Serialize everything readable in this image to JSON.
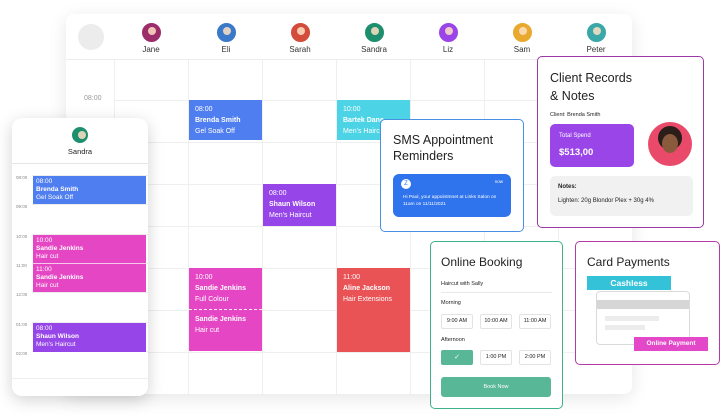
{
  "calendar": {
    "staff": [
      {
        "name": "Jane",
        "avatar_color": "#9b2d6b"
      },
      {
        "name": "Eli",
        "avatar_color": "#3a78c9"
      },
      {
        "name": "Sarah",
        "avatar_color": "#d24b3b"
      },
      {
        "name": "Sandra",
        "avatar_color": "#1e8f6e"
      },
      {
        "name": "Liz",
        "avatar_color": "#9a45e8"
      },
      {
        "name": "Sam",
        "avatar_color": "#e8a92e"
      },
      {
        "name": "Peter",
        "avatar_color": "#3aa7a9"
      }
    ],
    "time_label": "08:00",
    "appointments": [
      {
        "time": "08:00",
        "client": "Brenda Smith",
        "service": "Gel Soak Off",
        "color": "#4f7ef0"
      },
      {
        "time": "10:00",
        "client": "Bartek Dane",
        "service": "Men's Haircut",
        "color": "#4cd4e6"
      },
      {
        "time": "08:00",
        "client": "Shaun Wilson",
        "service": "Men's Haircut",
        "color": "#9646e8"
      },
      {
        "time": "10:00",
        "client": "Sandie Jenkins",
        "service": "Full Colour",
        "color": "#e547c4"
      },
      {
        "time": "",
        "client": "Sandie Jenkins",
        "service": "Hair cut",
        "color": "#e547c4"
      },
      {
        "time": "11:00",
        "client": "Aline Jackson",
        "service": "Hair Extensions",
        "color": "#ea5356"
      }
    ]
  },
  "phone": {
    "staff_name": "Sandra",
    "avatar_color": "#1e8f6e",
    "times": [
      "08:00",
      "09:00",
      "10:00",
      "11:00",
      "12:00",
      "01:00",
      "02:00"
    ],
    "appointments": [
      {
        "time": "08:00",
        "client": "Brenda Smith",
        "service": "Gel Soak Off",
        "color": "#4f7ef0"
      },
      {
        "time": "10:00",
        "client": "Sandie Jenkins",
        "service": "Hair cut",
        "color": "#e547c4"
      },
      {
        "time": "11:00",
        "client": "Sandie Jenkins",
        "service": "Hair cut",
        "color": "#e547c4"
      },
      {
        "time": "08:00",
        "client": "Shaun Wilson",
        "service": "Men's Haircut",
        "color": "#9646e8"
      }
    ]
  },
  "sms": {
    "title_line1": "SMS Appointment",
    "title_line2": "Reminders",
    "icon_letter": "Z",
    "now": "now",
    "message": "Hi Paul, your appointmnet at Links Salon on 11am on 11/11/2021"
  },
  "records": {
    "title_line1": "Client Records",
    "title_line2": "& Notes",
    "client_label": "Client: Brenda Smith",
    "spend_label": "Total Spend",
    "spend_value": "$513,00",
    "notes_title": "Notes:",
    "notes_value": "Lighten: 20g Blondor Plex + 30g 4%"
  },
  "booking": {
    "title": "Online Booking",
    "service": "Haircut with Sally",
    "morning_label": "Morning",
    "morning_slots": [
      "9:00 AM",
      "10:00 AM",
      "11:00 AM"
    ],
    "afternoon_label": "Afternoon",
    "afternoon_slots": [
      "✓",
      "1:00 PM",
      "2:00 PM"
    ],
    "button": "Book Now"
  },
  "payments": {
    "title": "Card Payments",
    "cashless": "Cashless",
    "online": "Online Payment"
  }
}
